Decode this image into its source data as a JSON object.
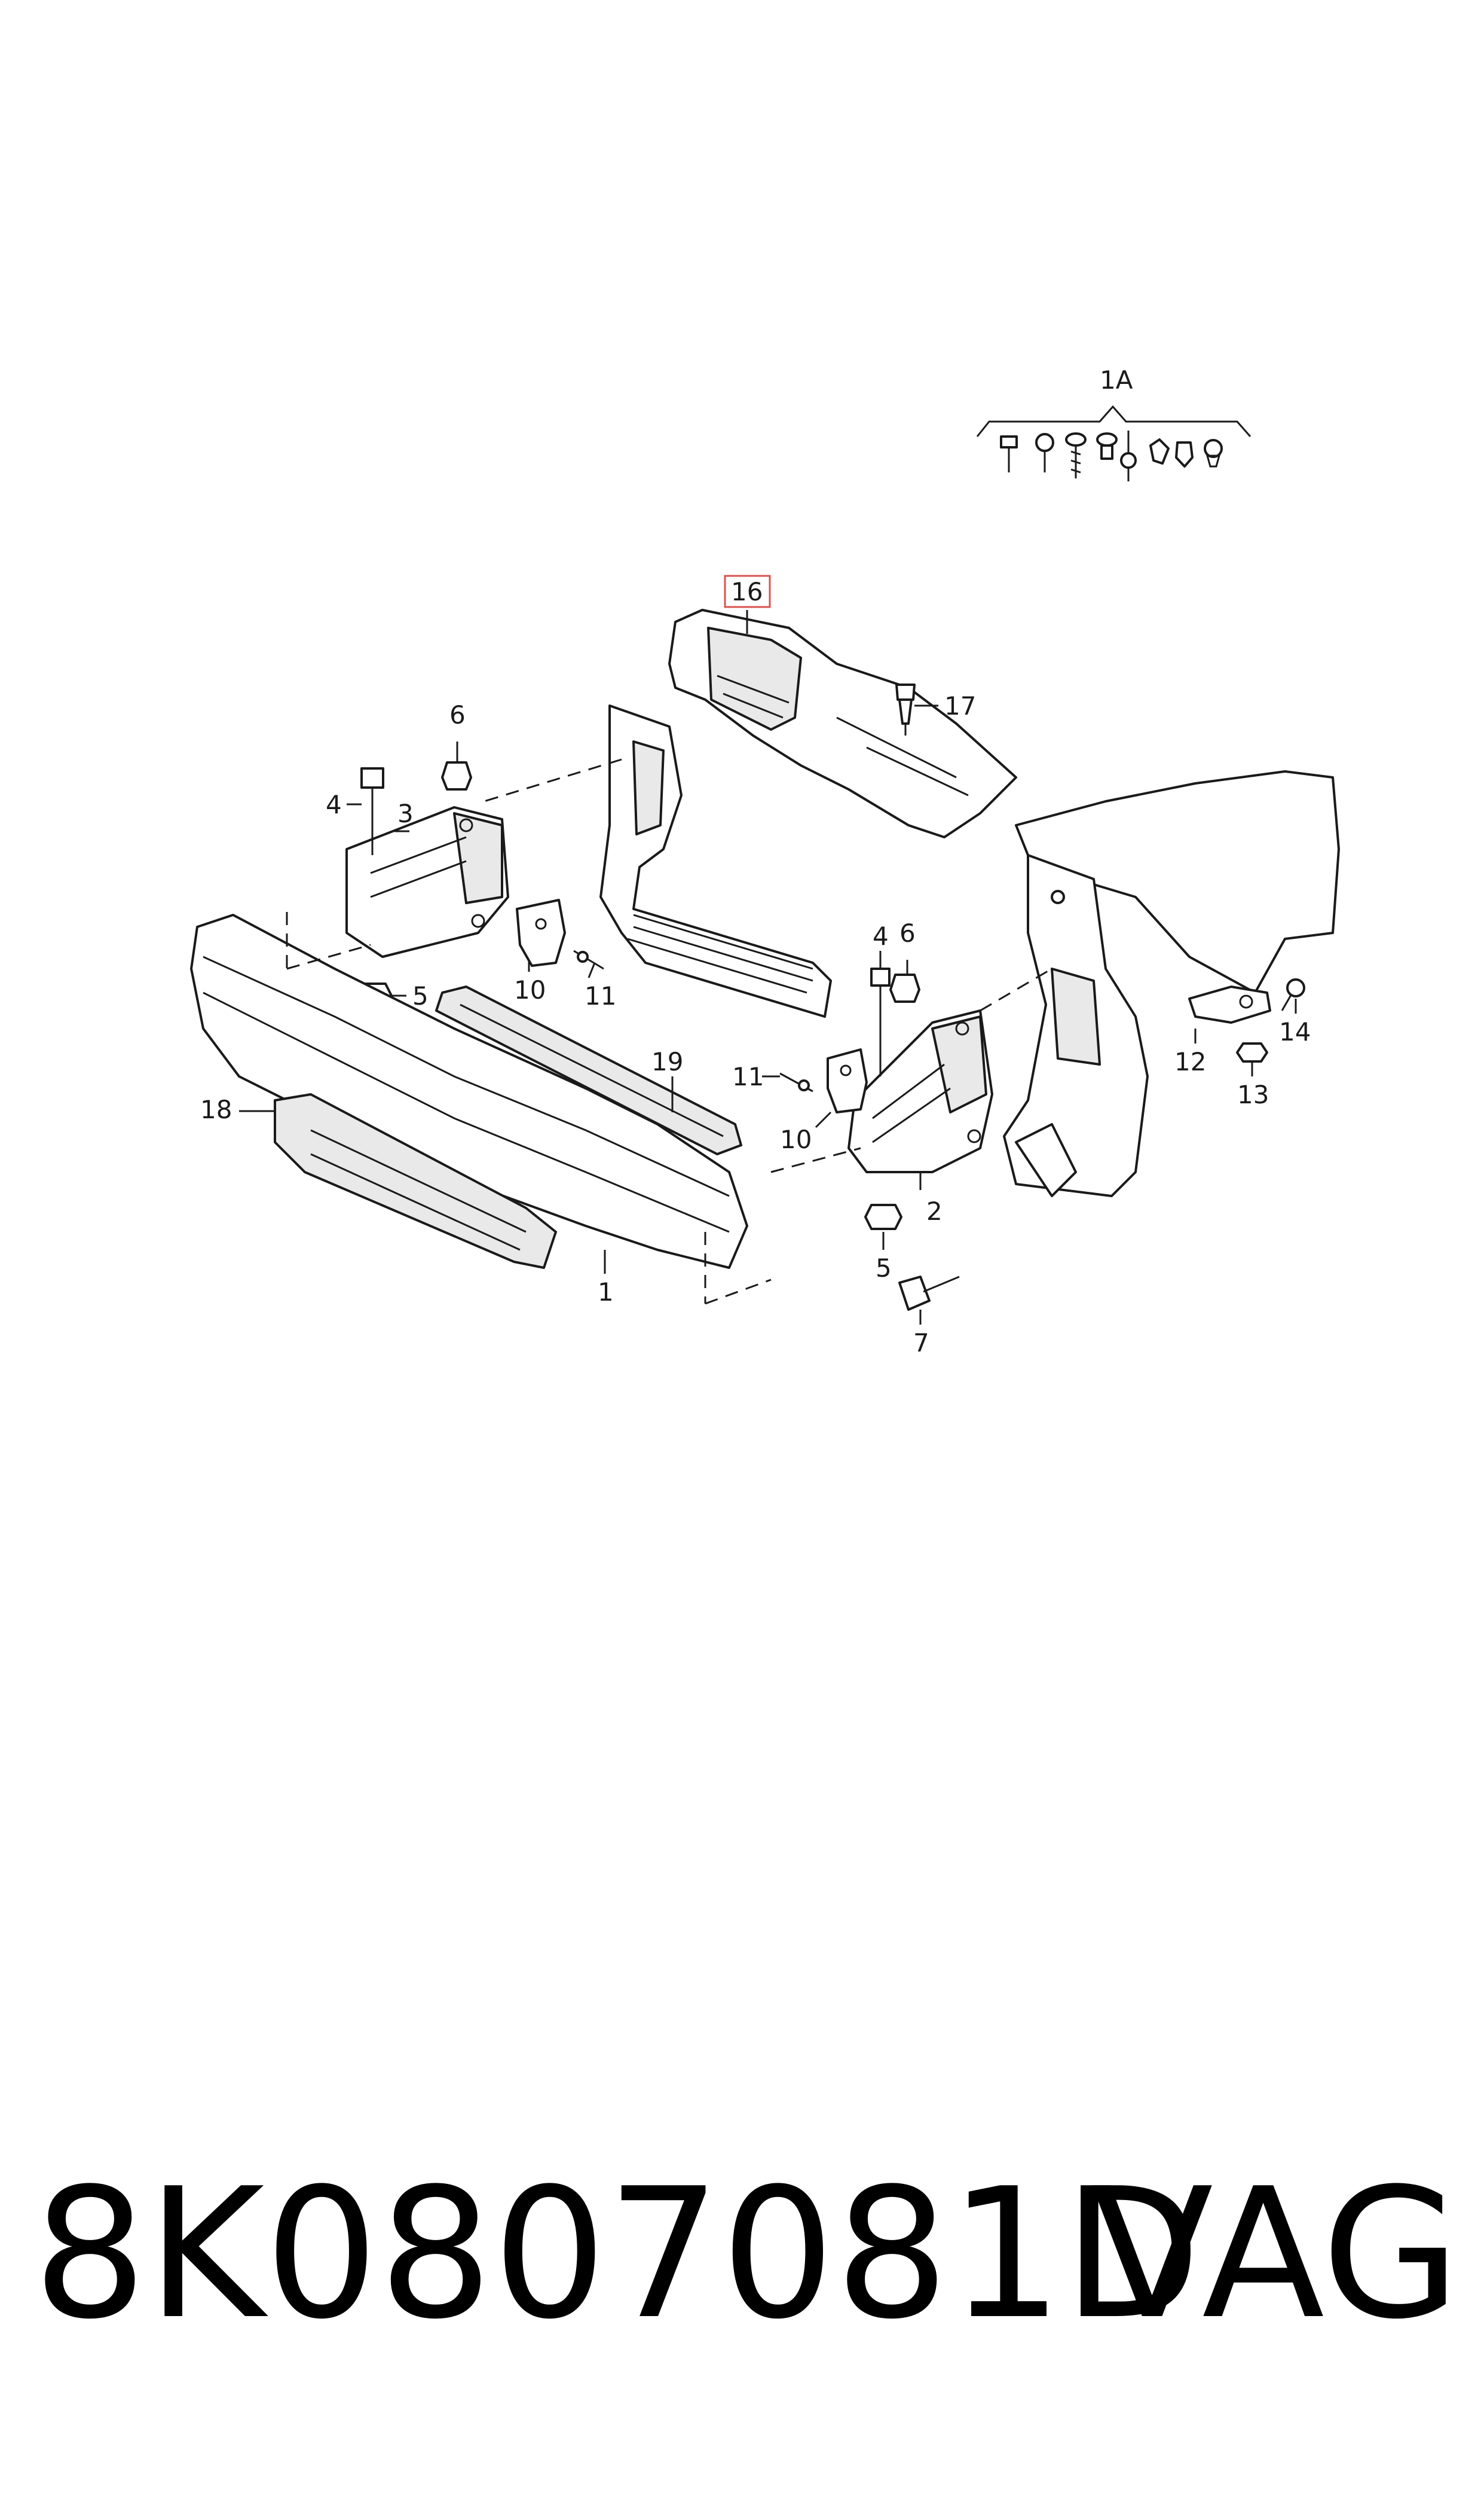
{
  "callouts": {
    "c1A": "1A",
    "c16": "16",
    "c17": "17",
    "c6a": "6",
    "c4a": "4",
    "c3": "3",
    "c5a": "5",
    "c10a": "10",
    "c11a": "11",
    "c19": "19",
    "c18": "18",
    "c1": "1",
    "c6b": "6",
    "c4b": "4",
    "c11b": "11",
    "c10b": "10",
    "c2": "2",
    "c5b": "5",
    "c7": "7",
    "c12": "12",
    "c13": "13",
    "c14": "14"
  },
  "highlighted_callout": "16",
  "footer": {
    "part_number": "8K0807081D",
    "brand": "VAG"
  },
  "colors": {
    "line": "#1a1a1a",
    "highlight": "#d9534f"
  }
}
